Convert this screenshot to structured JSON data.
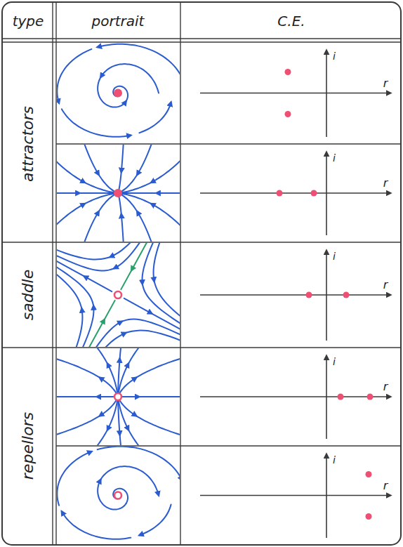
{
  "diagram": {
    "labels": [
      "type",
      "portrait",
      "C.E.",
      "attractors",
      "saddle",
      "repellors",
      "i",
      "r",
      "i",
      "r",
      "i",
      "r",
      "i",
      "r",
      "i",
      "r"
    ]
  }
}
